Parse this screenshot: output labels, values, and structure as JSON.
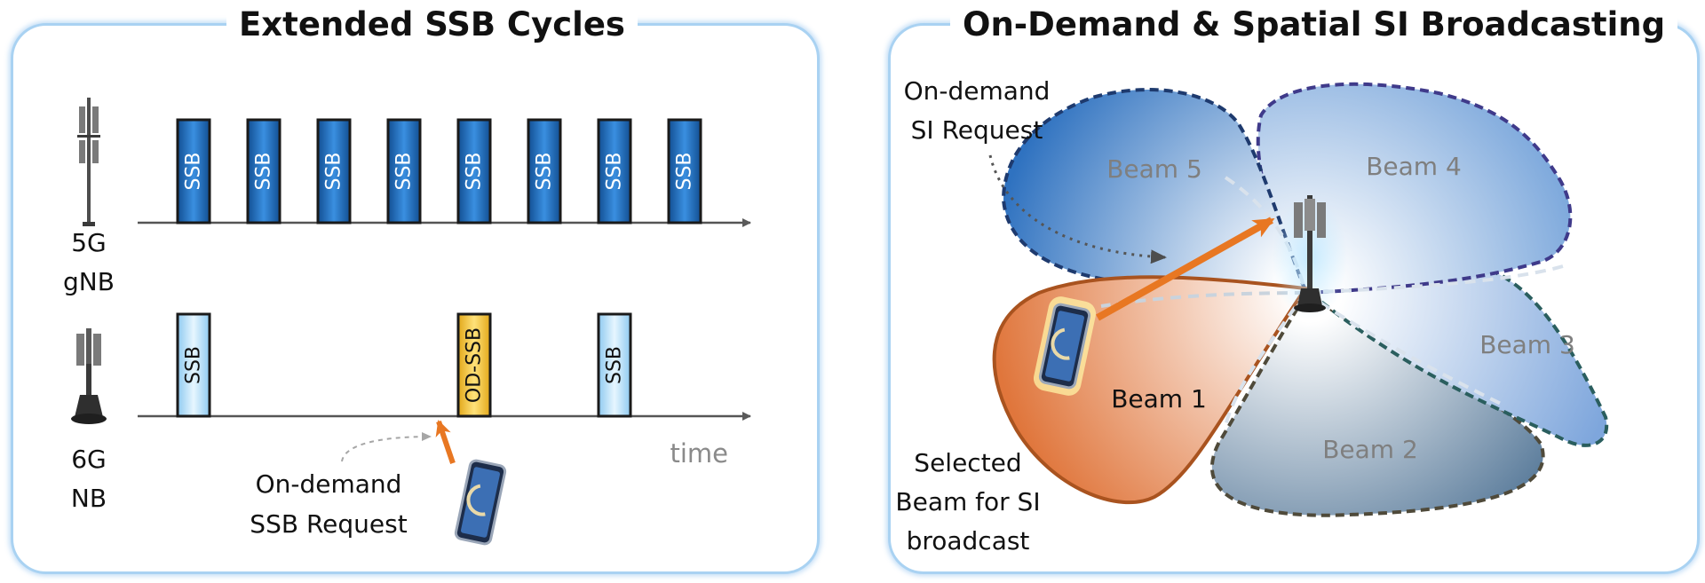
{
  "left_panel": {
    "title": "Extended SSB Cycles",
    "rows": [
      {
        "node_line1": "5G",
        "node_line2": "gNB",
        "blocks": [
          {
            "label": "SSB",
            "style": "dark"
          },
          {
            "label": "SSB",
            "style": "dark"
          },
          {
            "label": "SSB",
            "style": "dark"
          },
          {
            "label": "SSB",
            "style": "dark"
          },
          {
            "label": "SSB",
            "style": "dark"
          },
          {
            "label": "SSB",
            "style": "dark"
          },
          {
            "label": "SSB",
            "style": "dark"
          },
          {
            "label": "SSB",
            "style": "dark"
          }
        ]
      },
      {
        "node_line1": "6G",
        "node_line2": "NB",
        "blocks": [
          {
            "label": "SSB",
            "style": "light"
          },
          {
            "label": "OD-SSB",
            "style": "gold"
          },
          {
            "label": "SSB",
            "style": "light"
          }
        ]
      }
    ],
    "time_label": "time",
    "request_line1": "On-demand",
    "request_line2": "SSB Request"
  },
  "right_panel": {
    "title": "On-Demand & Spatial SI Broadcasting",
    "request_line1": "On-demand",
    "request_line2": "SI Request",
    "beams": [
      {
        "label": "Beam 1",
        "selected": true
      },
      {
        "label": "Beam 2",
        "selected": false
      },
      {
        "label": "Beam 3",
        "selected": false
      },
      {
        "label": "Beam 4",
        "selected": false
      },
      {
        "label": "Beam 5",
        "selected": false
      }
    ],
    "selected_line1": "Selected",
    "selected_line2": "Beam for SI",
    "selected_line3": "broadcast"
  },
  "colors": {
    "panel_border": "#a9d2f2",
    "ssb_dark": "#1f6fc0",
    "ssb_light": "#bfe4fa",
    "od_ssb": "#f2c12e",
    "request_arrow": "#e87722",
    "selected_beam_border": "#a9531f",
    "beam_text": "#7f7f7f"
  },
  "icons": [
    "cell-tower-icon",
    "smartphone-icon"
  ]
}
